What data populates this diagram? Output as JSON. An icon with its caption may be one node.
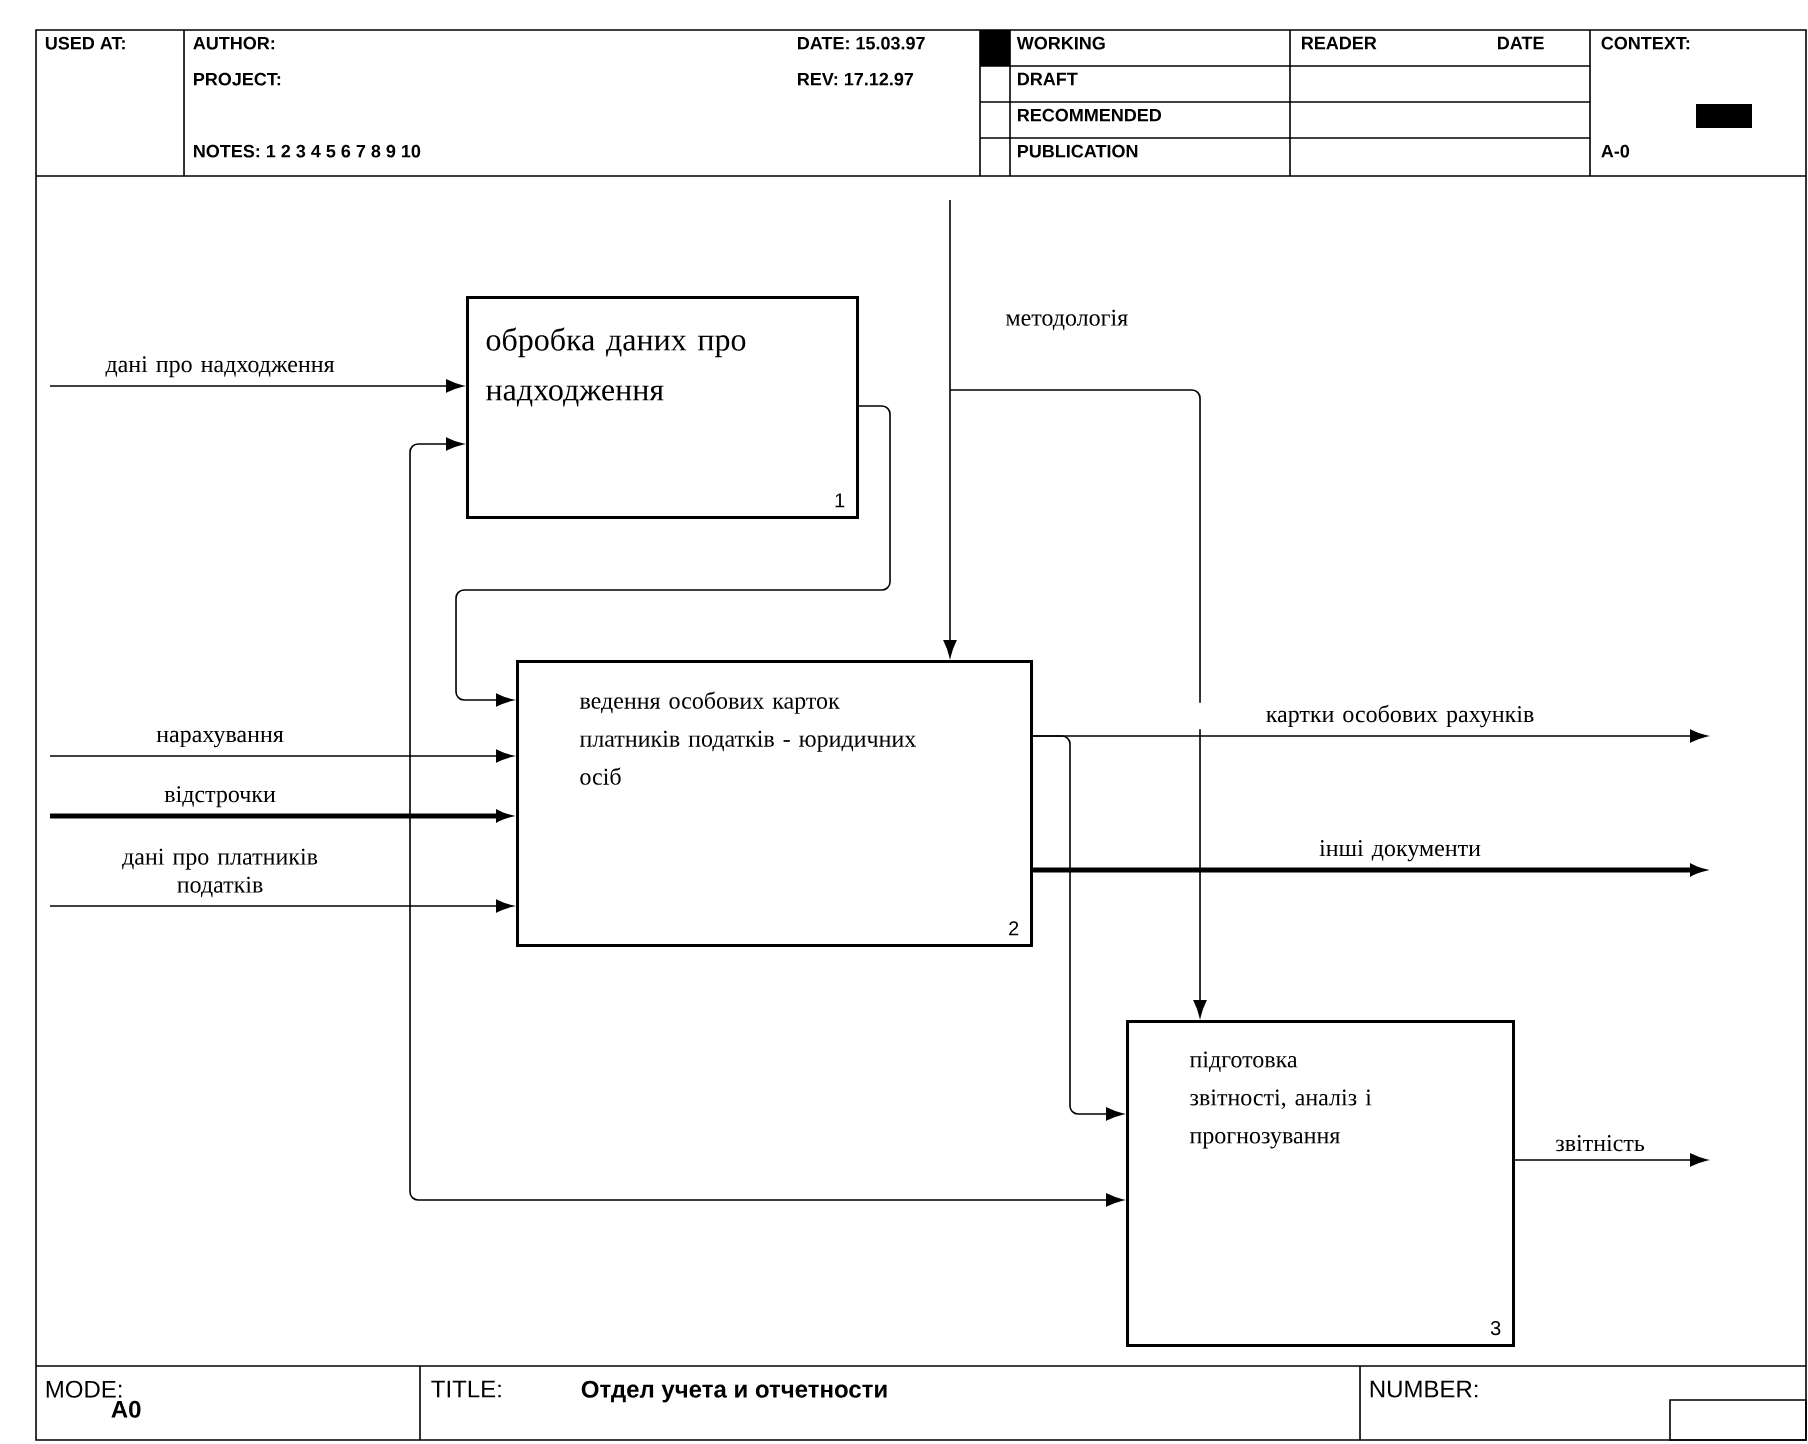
{
  "diagram": {
    "nodes": [
      {
        "text": [
          "обробка даних про надходження",
          "1"
        ]
      },
      {
        "text": [
          "ведення особових карток платників податків - юридичних осіб",
          "2"
        ]
      },
      {
        "text": [
          "підготовка звітності, аналіз і прогнозування",
          "3"
        ]
      }
    ],
    "edges": [
      {
        "from": null,
        "to": 0,
        "arrow": "to",
        "label": "дані про надходження"
      },
      {
        "from": 0,
        "to": 1,
        "arrow": "to"
      },
      {
        "from": null,
        "to": 1,
        "arrow": "to",
        "label": "нарахування"
      },
      {
        "from": null,
        "to": 1,
        "arrow": "to",
        "label": "відстрочки",
        "style": "thick"
      },
      {
        "from": null,
        "to": 1,
        "arrow": "to",
        "label": "дані про платників податків"
      },
      {
        "from": null,
        "to": 0,
        "arrow": "to"
      },
      {
        "from": null,
        "to": 2,
        "arrow": "to"
      },
      {
        "from": null,
        "to": 1,
        "arrow": "to",
        "label": "методологія"
      },
      {
        "from": null,
        "to": 2,
        "arrow": "to"
      },
      {
        "from": 1,
        "to": null,
        "arrow": "to",
        "label": "картки особових рахунків"
      },
      {
        "from": 1,
        "to": null,
        "arrow": "to",
        "label": "інші документи",
        "style": "thick"
      },
      {
        "from": 1,
        "to": 2,
        "arrow": "to"
      },
      {
        "from": 2,
        "to": null,
        "arrow": "to",
        "label": "звітність"
      }
    ],
    "labels": [
      "USED AT:",
      "AUTHOR:",
      "PROJECT:",
      "NOTES: 1 2 3 4 5 6 7 8 9 10",
      "DATE: 15.03.97",
      "REV: 17.12.97",
      "WORKING",
      "DRAFT",
      "RECOMMENDED",
      "PUBLICATION",
      "READER",
      "DATE",
      "CONTEXT:",
      "A-0",
      "MODE:",
      "A0",
      "TITLE:",
      "Отдел учета и отчетности",
      "NUMBER:"
    ]
  }
}
